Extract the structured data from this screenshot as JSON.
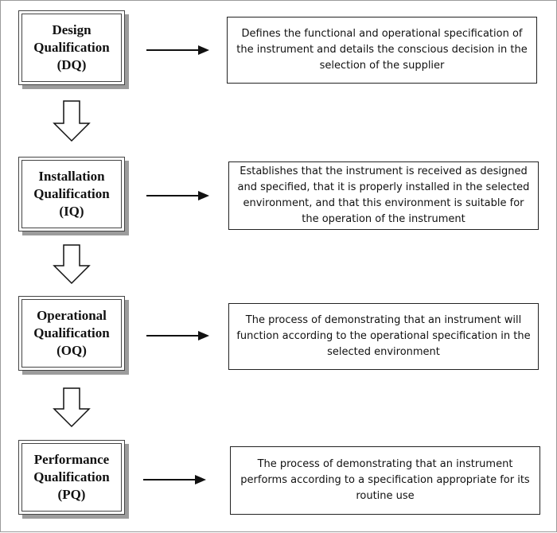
{
  "stages": [
    {
      "lines": [
        "Design",
        "Qualification",
        "(DQ)"
      ],
      "description": "Defines the functional and operational specification of the instrument and details the conscious decision in the selection of the supplier"
    },
    {
      "lines": [
        "Installation",
        "Qualification",
        "(IQ)"
      ],
      "description": "Establishes that the instrument is received as designed and specified, that it is properly installed in the selected environment, and that this environment is suitable for the operation of the instrument"
    },
    {
      "lines": [
        "Operational",
        "Qualification",
        "(OQ)"
      ],
      "description": "The process of demonstrating that an instrument will function according to the operational specification in the selected environment"
    },
    {
      "lines": [
        "Performance",
        "Qualification",
        "(PQ)"
      ],
      "description": "The process of demonstrating that an instrument performs according to a specification appropriate for its routine use"
    }
  ]
}
